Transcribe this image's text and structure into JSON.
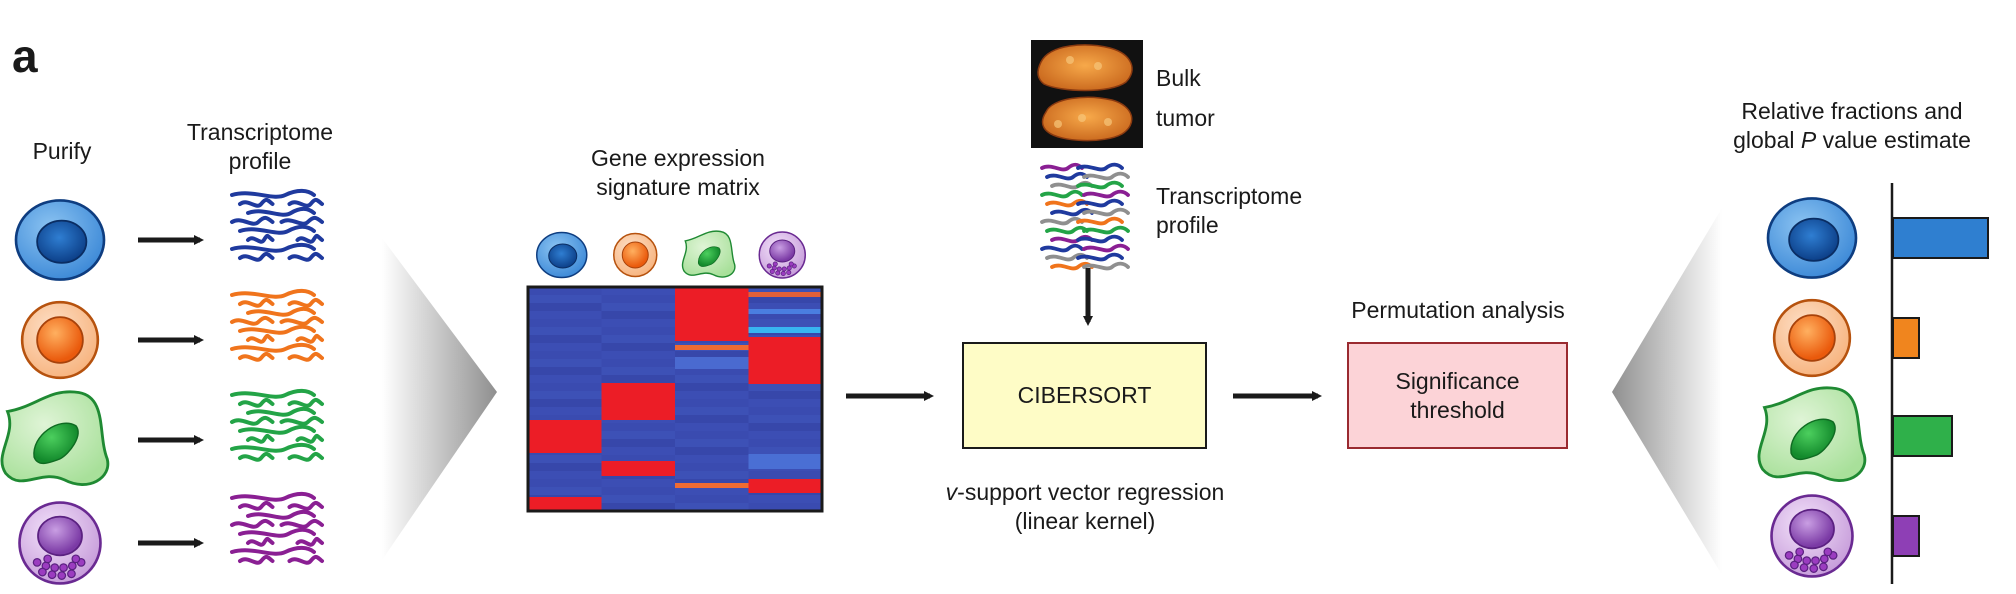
{
  "panel_label": "a",
  "labels": {
    "purify": "Purify",
    "transcriptome_profile_1": "Transcriptome",
    "transcriptome_profile_2": "profile",
    "gene_expression_1": "Gene expression",
    "gene_expression_2": "signature matrix",
    "bulk": "Bulk",
    "tumor": "tumor",
    "bulk_profile_1": "Transcriptome",
    "bulk_profile_2": "profile",
    "cibersort": "CIBERSORT",
    "svr_italic": "v",
    "svr_rest": "-support vector regression",
    "svr_kernel": "(linear kernel)",
    "permutation": "Permutation analysis",
    "significance_1": "Significance",
    "significance_2": "threshold",
    "relative_1": "Relative fractions and",
    "relative_2_pre": "global ",
    "relative_2_italic": "P",
    "relative_2_post": " value estimate"
  },
  "cell_types": [
    {
      "name": "blue-cell",
      "color": "#3a8bd8"
    },
    {
      "name": "orange-cell",
      "color": "#f28a2e"
    },
    {
      "name": "green-cell",
      "color": "#3dbb55"
    },
    {
      "name": "purple-cell",
      "color": "#9a5bbf"
    }
  ],
  "result_fractions": [
    {
      "cell": "blue-cell",
      "value": 1.0,
      "color": "#2f7fd0"
    },
    {
      "cell": "orange-cell",
      "value": 0.27,
      "color": "#f0851e"
    },
    {
      "cell": "green-cell",
      "value": 0.62,
      "color": "#2fb04a"
    },
    {
      "cell": "purple-cell",
      "value": 0.27,
      "color": "#8e3fb5"
    }
  ],
  "colors": {
    "matrix_low": "#3a4bb0",
    "matrix_high": "#ec1d26",
    "arrow": "#1a1a1a"
  }
}
